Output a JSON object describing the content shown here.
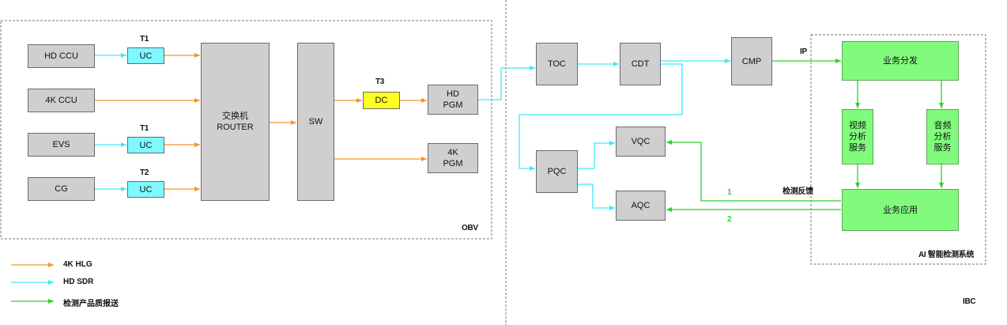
{
  "obv": {
    "region_label": "OBV",
    "hd_ccu": "HD CCU",
    "k4_ccu": "4K CCU",
    "evs": "EVS",
    "cg": "CG",
    "uc1": "UC",
    "uc2": "UC",
    "uc3": "UC",
    "t1_top": "T1",
    "t1_mid": "T1",
    "t2": "T2",
    "router": "交换机\nROUTER",
    "sw": "SW",
    "t3": "T3",
    "dc": "DC",
    "hd_pgm": "HD\nPGM",
    "k4_pgm": "4K\nPGM"
  },
  "ibc": {
    "region_label": "IBC",
    "toc": "TOC",
    "cdt": "CDT",
    "cmp": "CMP",
    "ip_label": "IP",
    "pqc": "PQC",
    "vqc": "VQC",
    "aqc": "AQC"
  },
  "ai": {
    "region_label": "AI 智能检测系统",
    "dispatch": "业务分发",
    "video": "视频\n分析\n服务",
    "audio": "音频\n分析\n服务",
    "app": "业务应用",
    "feedback_label": "检测反馈",
    "num1": "1",
    "num2": "2"
  },
  "legend": [
    {
      "label": "4K HLG",
      "color": "#f5932a"
    },
    {
      "label": "HD SDR",
      "color": "#3fe9f7"
    },
    {
      "label": "检测产品质报送",
      "color": "#2ad12a"
    }
  ],
  "colors": {
    "orange": "#f5932a",
    "cyan": "#3fe9f7",
    "green": "#2ad12a",
    "box_gray": "#cfcfcf",
    "box_cyan": "#7ff8ff",
    "box_yellow": "#ffff22",
    "box_green": "#80fb7b"
  }
}
